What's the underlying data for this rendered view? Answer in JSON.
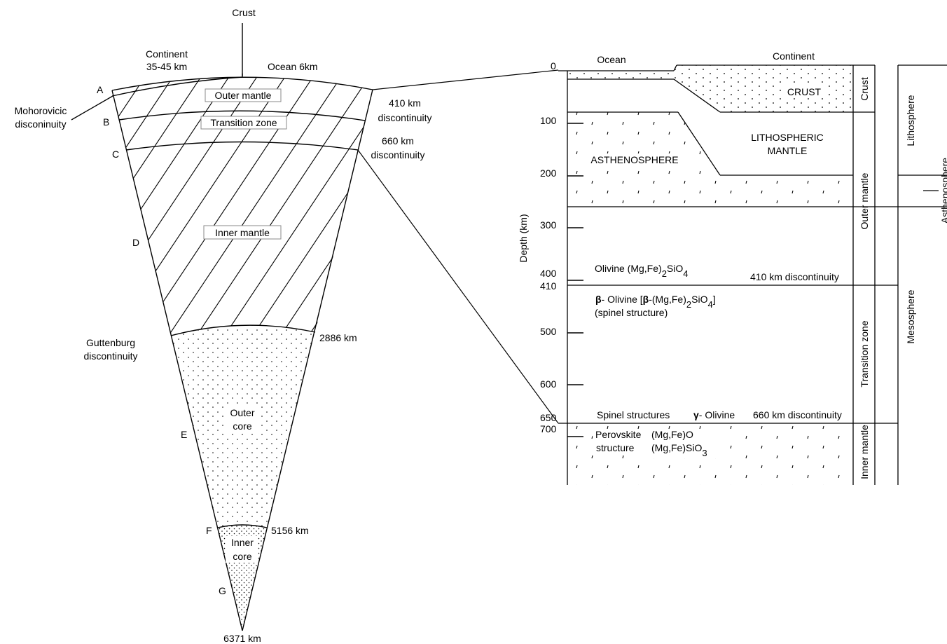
{
  "wedge": {
    "crust_top": "Crust",
    "continent": "Continent",
    "continent_depth": "35-45 km",
    "ocean": "Ocean 6km",
    "moho": [
      "Mohorovicic",
      "disconinuity"
    ],
    "outer_mantle": "Outer mantle",
    "transition_zone": "Transition zone",
    "inner_mantle": "Inner mantle",
    "d410": [
      "410 km",
      "discontinuity"
    ],
    "d660": [
      "660 km",
      "discontinuity"
    ],
    "gutenberg": [
      "Guttenburg",
      "discontinuity"
    ],
    "d2886": "2886 km",
    "outer_core": [
      "Outer",
      "core"
    ],
    "inner_core": [
      "Inner",
      "core"
    ],
    "d5156": "5156 km",
    "d6371": "6371 km",
    "letters": [
      "A",
      "B",
      "C",
      "D",
      "E",
      "F",
      "G"
    ]
  },
  "section": {
    "ocean": "Ocean",
    "continent": "Continent",
    "crust": "CRUST",
    "lith_mantle": [
      "LITHOSPHERIC",
      "MANTLE"
    ],
    "asthenosphere": "ASTHENOSPHERE",
    "axis_title": "Depth (km)",
    "ticks": [
      "0",
      "100",
      "200",
      "300",
      "400",
      "410",
      "500",
      "600",
      "650",
      "700"
    ],
    "olivine": "Olivine (Mg,Fe)",
    "olivine_sub1": "2",
    "olivine_mid": "SiO",
    "olivine_sub2": "4",
    "d410": "410 km discontinuity",
    "beta_sym": "β",
    "beta_a": "-  Olivine [",
    "beta_b": "-(Mg,Fe)",
    "beta_sub1": "2",
    "beta_c": "SiO",
    "beta_sub2": "4",
    "beta_d": "]",
    "spinel_note": "(spinel structure)",
    "spinel_structures": "Spinel structures",
    "gamma_sym": "γ",
    "gamma_olivine": "- Olivine",
    "d660": "660 km discontinuity",
    "perovskite": [
      "Perovskite",
      "structure"
    ],
    "mgfeo": "(Mg,Fe)O",
    "mgfesio": "(Mg,Fe)SiO",
    "mgfesio_sub": "3",
    "col1": [
      "Crust",
      "Outer mantle",
      "Transition zone",
      "Inner mantle"
    ],
    "col2": [
      "Lithosphere",
      "Asthenosphere",
      "Mesosphere"
    ]
  }
}
